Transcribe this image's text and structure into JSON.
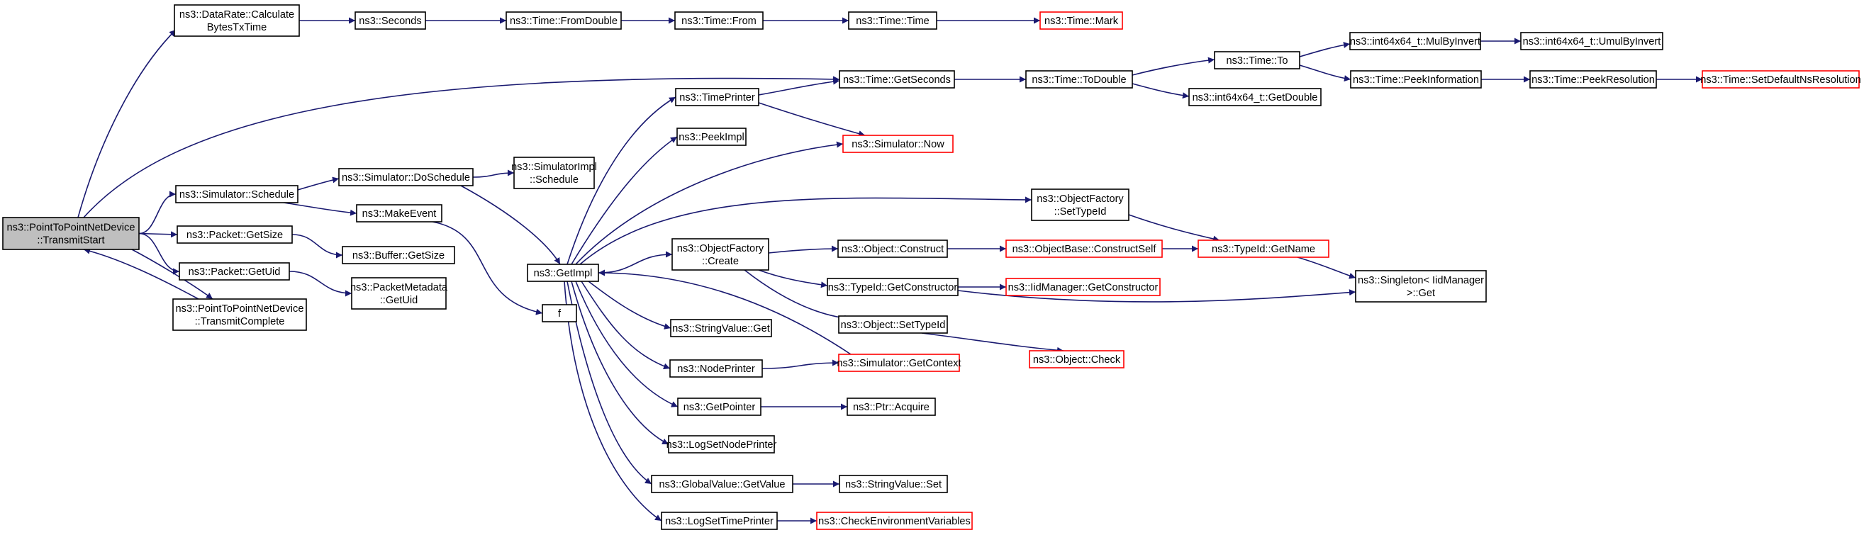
{
  "colors": {
    "edge": "#191970",
    "node_border": "#000000",
    "external_border": "#ff0000",
    "root_fill": "#bfbfbf",
    "node_fill": "#ffffff"
  },
  "nodes": [
    {
      "id": "root",
      "lines": [
        "ns3::PointToPointNetDevice",
        "::TransmitStart"
      ],
      "kind": "root"
    },
    {
      "id": "calc",
      "lines": [
        "ns3::DataRate::Calculate",
        "BytesTxTime"
      ],
      "kind": "normal"
    },
    {
      "id": "seconds",
      "lines": [
        "ns3::Seconds"
      ],
      "kind": "normal"
    },
    {
      "id": "fromdouble",
      "lines": [
        "ns3::Time::FromDouble"
      ],
      "kind": "normal"
    },
    {
      "id": "from",
      "lines": [
        "ns3::Time::From"
      ],
      "kind": "normal"
    },
    {
      "id": "time",
      "lines": [
        "ns3::Time::Time"
      ],
      "kind": "normal"
    },
    {
      "id": "mark",
      "lines": [
        "ns3::Time::Mark"
      ],
      "kind": "external"
    },
    {
      "id": "getseconds",
      "lines": [
        "ns3::Time::GetSeconds"
      ],
      "kind": "normal"
    },
    {
      "id": "todouble",
      "lines": [
        "ns3::Time::ToDouble"
      ],
      "kind": "normal"
    },
    {
      "id": "to",
      "lines": [
        "ns3::Time::To"
      ],
      "kind": "normal"
    },
    {
      "id": "mulbyinvert",
      "lines": [
        "ns3::int64x64_t::MulByInvert"
      ],
      "kind": "normal"
    },
    {
      "id": "umulbyinvert",
      "lines": [
        "ns3::int64x64_t::UmulByInvert"
      ],
      "kind": "normal"
    },
    {
      "id": "getdouble",
      "lines": [
        "ns3::int64x64_t::GetDouble"
      ],
      "kind": "normal"
    },
    {
      "id": "peekinfo",
      "lines": [
        "ns3::Time::PeekInformation"
      ],
      "kind": "normal"
    },
    {
      "id": "peekres",
      "lines": [
        "ns3::Time::PeekResolution"
      ],
      "kind": "normal"
    },
    {
      "id": "setdefault",
      "lines": [
        "ns3::Time::SetDefaultNsResolution"
      ],
      "kind": "external"
    },
    {
      "id": "timeprinter",
      "lines": [
        "ns3::TimePrinter"
      ],
      "kind": "normal"
    },
    {
      "id": "peekimpl",
      "lines": [
        "ns3::PeekImpl"
      ],
      "kind": "normal"
    },
    {
      "id": "simnow",
      "lines": [
        "ns3::Simulator::Now"
      ],
      "kind": "external"
    },
    {
      "id": "schedule",
      "lines": [
        "ns3::Simulator::Schedule"
      ],
      "kind": "normal"
    },
    {
      "id": "doschedule",
      "lines": [
        "ns3::Simulator::DoSchedule"
      ],
      "kind": "normal"
    },
    {
      "id": "simimplsched",
      "lines": [
        "ns3::SimulatorImpl",
        "::Schedule"
      ],
      "kind": "normal"
    },
    {
      "id": "makeevent",
      "lines": [
        "ns3::MakeEvent"
      ],
      "kind": "normal"
    },
    {
      "id": "getsize",
      "lines": [
        "ns3::Packet::GetSize"
      ],
      "kind": "normal"
    },
    {
      "id": "buffersize",
      "lines": [
        "ns3::Buffer::GetSize"
      ],
      "kind": "normal"
    },
    {
      "id": "getuid",
      "lines": [
        "ns3::Packet::GetUid"
      ],
      "kind": "normal"
    },
    {
      "id": "metauid",
      "lines": [
        "ns3::PacketMetadata",
        "::GetUid"
      ],
      "kind": "normal"
    },
    {
      "id": "txcomplete",
      "lines": [
        "ns3::PointToPointNetDevice",
        "::TransmitComplete"
      ],
      "kind": "normal"
    },
    {
      "id": "getimpl",
      "lines": [
        "ns3::GetImpl"
      ],
      "kind": "normal"
    },
    {
      "id": "f",
      "lines": [
        "f"
      ],
      "kind": "normal"
    },
    {
      "id": "ofsettypeid",
      "lines": [
        "ns3::ObjectFactory",
        "::SetTypeId"
      ],
      "kind": "normal"
    },
    {
      "id": "ofcreate",
      "lines": [
        "ns3::ObjectFactory",
        "::Create"
      ],
      "kind": "normal"
    },
    {
      "id": "objconstruct",
      "lines": [
        "ns3::Object::Construct"
      ],
      "kind": "normal"
    },
    {
      "id": "constructself",
      "lines": [
        "ns3::ObjectBase::ConstructSelf"
      ],
      "kind": "external"
    },
    {
      "id": "getname",
      "lines": [
        "ns3::TypeId::GetName"
      ],
      "kind": "external"
    },
    {
      "id": "singleton",
      "lines": [
        "ns3::Singleton< IidManager",
        " >::Get"
      ],
      "kind": "normal"
    },
    {
      "id": "getconstructor",
      "lines": [
        "ns3::TypeId::GetConstructor"
      ],
      "kind": "normal"
    },
    {
      "id": "iidgetconstructor",
      "lines": [
        "ns3::IidManager::GetConstructor"
      ],
      "kind": "external"
    },
    {
      "id": "objsettypeid",
      "lines": [
        "ns3::Object::SetTypeId"
      ],
      "kind": "normal"
    },
    {
      "id": "objcheck",
      "lines": [
        "ns3::Object::Check"
      ],
      "kind": "external"
    },
    {
      "id": "stringget",
      "lines": [
        "ns3::StringValue::Get"
      ],
      "kind": "normal"
    },
    {
      "id": "nodeprinter",
      "lines": [
        "ns3::NodePrinter"
      ],
      "kind": "normal"
    },
    {
      "id": "getcontext",
      "lines": [
        "ns3::Simulator::GetContext"
      ],
      "kind": "external"
    },
    {
      "id": "getpointer",
      "lines": [
        "ns3::GetPointer"
      ],
      "kind": "normal"
    },
    {
      "id": "ptracquire",
      "lines": [
        "ns3::Ptr::Acquire"
      ],
      "kind": "normal"
    },
    {
      "id": "logsetnode",
      "lines": [
        "ns3::LogSetNodePrinter"
      ],
      "kind": "normal"
    },
    {
      "id": "gvgetvalue",
      "lines": [
        "ns3::GlobalValue::GetValue"
      ],
      "kind": "normal"
    },
    {
      "id": "stringset",
      "lines": [
        "ns3::StringValue::Set"
      ],
      "kind": "normal"
    },
    {
      "id": "logsettime",
      "lines": [
        "ns3::LogSetTimePrinter"
      ],
      "kind": "normal"
    },
    {
      "id": "checkenv",
      "lines": [
        "ns3::CheckEnvironmentVariables"
      ],
      "kind": "external"
    }
  ],
  "edges": [
    [
      "root",
      "calc"
    ],
    [
      "calc",
      "seconds"
    ],
    [
      "seconds",
      "fromdouble"
    ],
    [
      "fromdouble",
      "from"
    ],
    [
      "from",
      "time"
    ],
    [
      "time",
      "mark"
    ],
    [
      "root",
      "getseconds"
    ],
    [
      "getseconds",
      "todouble"
    ],
    [
      "todouble",
      "to"
    ],
    [
      "todouble",
      "getdouble"
    ],
    [
      "to",
      "mulbyinvert"
    ],
    [
      "to",
      "peekinfo"
    ],
    [
      "mulbyinvert",
      "umulbyinvert"
    ],
    [
      "peekinfo",
      "peekres"
    ],
    [
      "peekres",
      "setdefault"
    ],
    [
      "root",
      "schedule"
    ],
    [
      "schedule",
      "doschedule"
    ],
    [
      "schedule",
      "makeevent"
    ],
    [
      "doschedule",
      "simimplsched"
    ],
    [
      "doschedule",
      "getimpl"
    ],
    [
      "makeevent",
      "f"
    ],
    [
      "root",
      "getsize"
    ],
    [
      "getsize",
      "buffersize"
    ],
    [
      "root",
      "getuid"
    ],
    [
      "getuid",
      "metauid"
    ],
    [
      "root",
      "txcomplete"
    ],
    [
      "txcomplete",
      "root"
    ],
    [
      "getimpl",
      "timeprinter"
    ],
    [
      "getimpl",
      "peekimpl"
    ],
    [
      "getimpl",
      "simnow"
    ],
    [
      "getimpl",
      "ofsettypeid"
    ],
    [
      "getimpl",
      "ofcreate"
    ],
    [
      "getimpl",
      "stringget"
    ],
    [
      "getimpl",
      "nodeprinter"
    ],
    [
      "getimpl",
      "getpointer"
    ],
    [
      "getimpl",
      "logsetnode"
    ],
    [
      "getimpl",
      "gvgetvalue"
    ],
    [
      "getimpl",
      "logsettime"
    ],
    [
      "timeprinter",
      "getseconds"
    ],
    [
      "timeprinter",
      "simnow"
    ],
    [
      "ofsettypeid",
      "getname"
    ],
    [
      "ofcreate",
      "objconstruct"
    ],
    [
      "ofcreate",
      "getconstructor"
    ],
    [
      "ofcreate",
      "objsettypeid"
    ],
    [
      "objconstruct",
      "constructself"
    ],
    [
      "constructself",
      "getname"
    ],
    [
      "getname",
      "singleton"
    ],
    [
      "getconstructor",
      "iidgetconstructor"
    ],
    [
      "getconstructor",
      "singleton"
    ],
    [
      "objsettypeid",
      "objcheck"
    ],
    [
      "nodeprinter",
      "getcontext"
    ],
    [
      "getcontext",
      "getimpl"
    ],
    [
      "getpointer",
      "ptracquire"
    ],
    [
      "gvgetvalue",
      "stringset"
    ],
    [
      "logsettime",
      "checkenv"
    ]
  ]
}
